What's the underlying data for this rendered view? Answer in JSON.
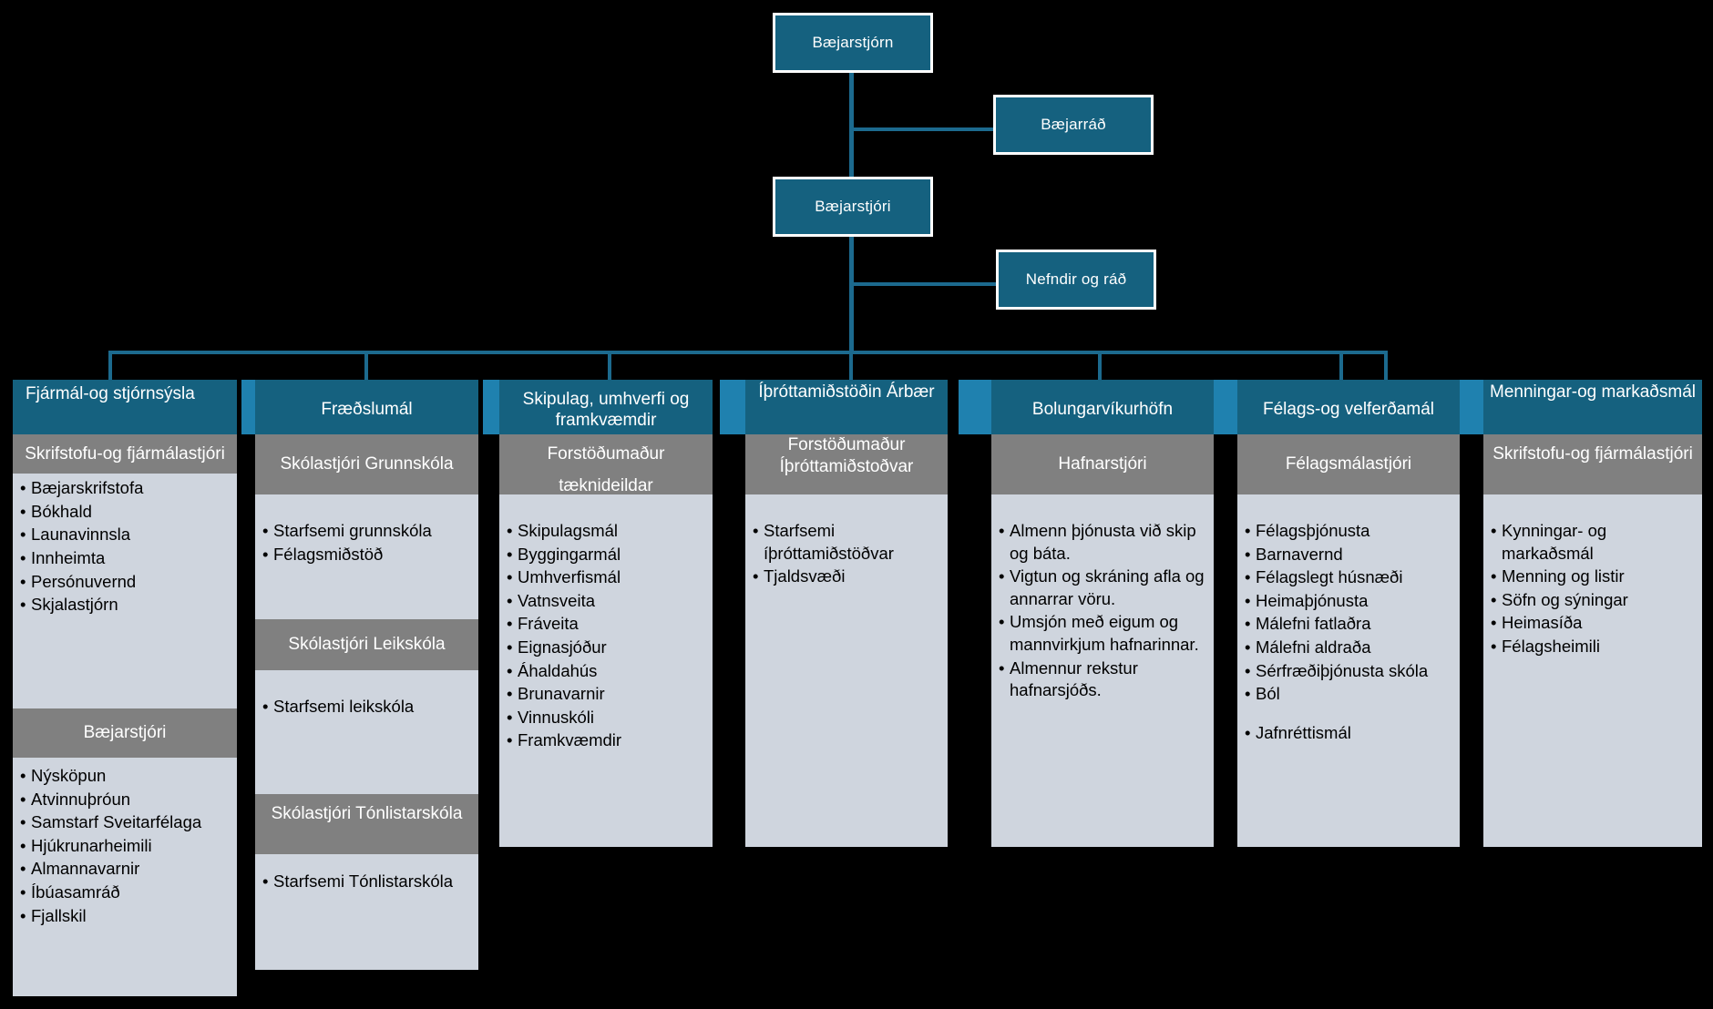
{
  "colors": {
    "background": "#000000",
    "header_blue": "#15617F",
    "accent_blue": "#1F81AF",
    "line_blue": "#1C6A8E",
    "subhead_gray": "#808080",
    "body_gray": "#CFD5DE",
    "text_light": "#FFFFFF",
    "text_dark": "#000000"
  },
  "top": {
    "council": "Bæjarstjórn",
    "board": "Bæjarráð",
    "manager": "Bæjarstjóri",
    "committees": "Nefndir og ráð"
  },
  "departments": [
    {
      "title": "Fjármál-og stjórnsýsla",
      "sections": [
        {
          "head": "Skrifstofu-og  fjármálastjóri",
          "items": [
            "Bæjarskrifstofa",
            "Bókhald",
            "Launavinnsla",
            "Innheimta",
            "Persónuvernd",
            "Skjalastjórn"
          ]
        },
        {
          "head": "Bæjarstjóri",
          "items": [
            "Nýsköpun",
            "Atvinnuþróun",
            "Samstarf Sveitarfélaga",
            "Hjúkrunarheimili",
            "Almannavarnir",
            "Íbúasamráð",
            "Fjallskil"
          ]
        }
      ]
    },
    {
      "title": "Fræðslumál",
      "sections": [
        {
          "head": "Skólastjóri Grunnskóla",
          "items": [
            "Starfsemi grunnskóla",
            "Félagsmiðstöð"
          ]
        },
        {
          "head": "Skólastjóri Leikskóla",
          "items": [
            "Starfsemi leikskóla"
          ]
        },
        {
          "head": "Skólastjóri  Tónlistarskóla",
          "items": [
            "Starfsemi Tónlistarskóla"
          ]
        }
      ]
    },
    {
      "title": "Skipulag, umhverfi og framkvæmdir",
      "sections": [
        {
          "head": "Forstöðumaður  tæknideildar",
          "items": [
            "Skipulagsmál",
            "Byggingarmál",
            "Umhverfismál",
            "Vatnsveita",
            "Fráveita",
            "Eignasjóður",
            "Áhaldahús",
            "Brunavarnir",
            "Vinnuskóli",
            "Framkvæmdir"
          ]
        }
      ]
    },
    {
      "title": "Íþróttamiðstöðin Árbær",
      "sections": [
        {
          "head": "Forstöðumaður Íþróttamiðstoðvar",
          "items": [
            "Starfsemi íþróttamiðstöðvar",
            "Tjaldsvæði"
          ]
        }
      ]
    },
    {
      "title": "Bolungarvíkurhöfn",
      "sections": [
        {
          "head": "Hafnarstjóri",
          "items": [
            "Almenn þjónusta við skip og báta.",
            "Vigtun og skráning afla og annarrar vöru.",
            "Umsjón með eigum og mannvirkjum hafnarinnar.",
            "Almennur rekstur hafnarsjóðs."
          ]
        }
      ]
    },
    {
      "title": "Félags-og velferðamál",
      "sections": [
        {
          "head": "Félagsmálastjóri",
          "items": [
            "Félagsþjónusta",
            "Barnavernd",
            "Félagslegt húsnæði",
            "Heimaþjónusta",
            "Málefni fatlaðra",
            "Málefni aldraða",
            "Sérfræðiþjónusta skóla",
            "Ból",
            "Jafnréttismál"
          ]
        }
      ]
    },
    {
      "title": "Menningar-og markaðsmál",
      "sections": [
        {
          "head": "Skrifstofu-og  fjármálastjóri",
          "items": [
            "Kynningar- og markaðsmál",
            "Menning og listir",
            "Söfn og sýningar",
            "Heimasíða",
            "Félagsheimili"
          ]
        }
      ]
    }
  ]
}
